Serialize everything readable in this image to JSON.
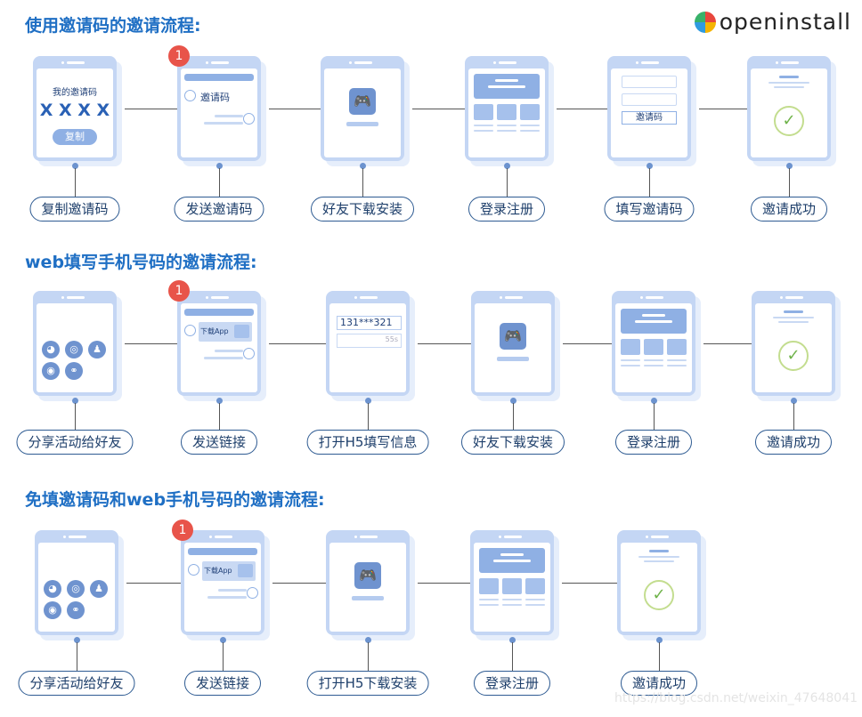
{
  "logo": {
    "text": "openinstall"
  },
  "watermark": "https://blog.csdn.net/weixin_47648041",
  "badge_number": "1",
  "screen_text": {
    "my_code": "我的邀请码",
    "code": "X X X X",
    "copy": "复制",
    "invite_code": "邀请码",
    "download_app": "下载App",
    "phone_number": "131***321",
    "countdown": "55s",
    "fill_code": "邀请码"
  },
  "rows": [
    {
      "title": "使用邀请码的邀请流程:",
      "steps": [
        {
          "label": "复制邀请码",
          "screen": "copy"
        },
        {
          "label": "发送邀请码",
          "screen": "send-code"
        },
        {
          "label": "好友下载安装",
          "screen": "app"
        },
        {
          "label": "登录注册",
          "screen": "register"
        },
        {
          "label": "填写邀请码",
          "screen": "fill"
        },
        {
          "label": "邀请成功",
          "screen": "success"
        }
      ]
    },
    {
      "title": "web填写手机号码的邀请流程:",
      "steps": [
        {
          "label": "分享活动给好友",
          "screen": "share"
        },
        {
          "label": "发送链接",
          "screen": "send-link"
        },
        {
          "label": "打开H5填写信息",
          "screen": "h5"
        },
        {
          "label": "好友下载安装",
          "screen": "app"
        },
        {
          "label": "登录注册",
          "screen": "register"
        },
        {
          "label": "邀请成功",
          "screen": "success"
        }
      ]
    },
    {
      "title": "免填邀请码和web手机号码的邀请流程:",
      "steps": [
        {
          "label": "分享活动给好友",
          "screen": "share"
        },
        {
          "label": "发送链接",
          "screen": "send-link"
        },
        {
          "label": "打开H5下载安装",
          "screen": "app"
        },
        {
          "label": "登录注册",
          "screen": "register"
        },
        {
          "label": "邀请成功",
          "screen": "success"
        }
      ]
    }
  ]
}
